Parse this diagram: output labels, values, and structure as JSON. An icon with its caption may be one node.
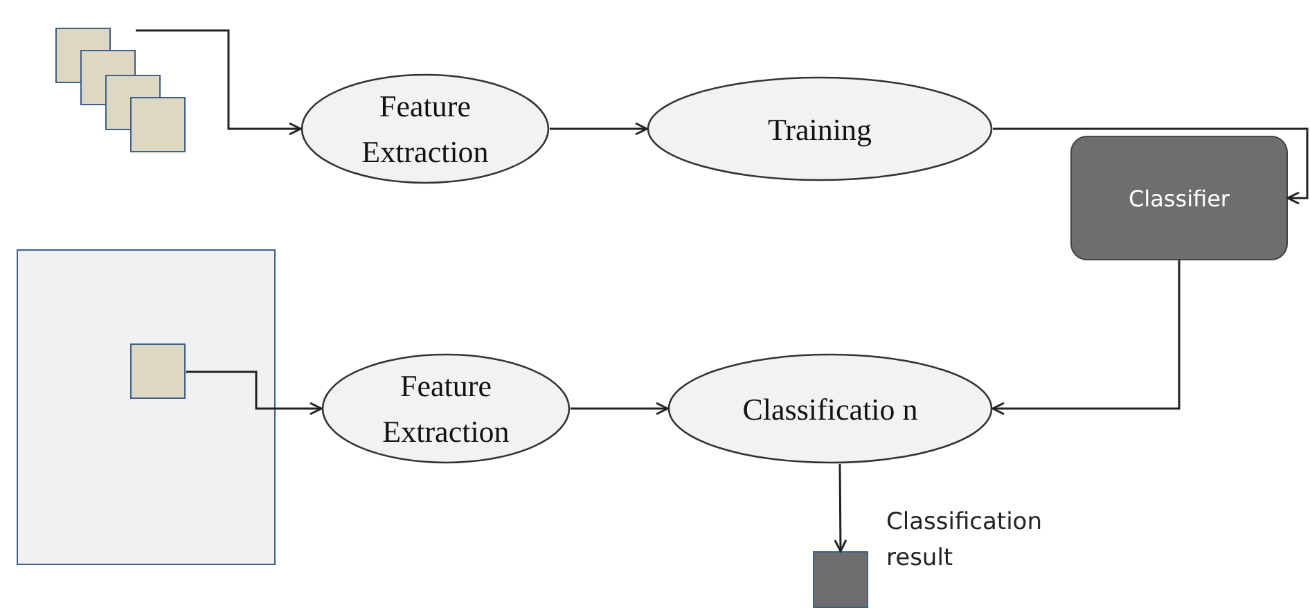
{
  "diagram": {
    "nodes": [
      {
        "text": [],
        "shape": "box"
      },
      {
        "text": [
          "Feature Extraction"
        ]
      },
      {
        "text": [
          "Training"
        ]
      },
      {
        "text": [
          "Classifier"
        ]
      },
      {
        "text": [],
        "shape": "box"
      },
      {
        "text": [],
        "shape": "box",
        "in": 4
      },
      {
        "text": [
          "Feature Extraction"
        ]
      },
      {
        "text": [
          "Classificatio n"
        ]
      },
      {
        "text": [],
        "shape": "box",
        "beside": [
          "Classification result"
        ]
      }
    ],
    "edges": [
      {
        "from": 0,
        "to": 1,
        "arrow": "to"
      },
      {
        "from": 1,
        "to": 2,
        "arrow": "to"
      },
      {
        "from": 2,
        "to": 3,
        "arrow": "to"
      },
      {
        "from": 3,
        "to": 7,
        "arrow": "to"
      },
      {
        "from": 5,
        "to": 6,
        "arrow": "to"
      },
      {
        "from": 6,
        "to": 7,
        "arrow": "to"
      },
      {
        "from": 7,
        "to": 8,
        "arrow": "to"
      }
    ]
  }
}
